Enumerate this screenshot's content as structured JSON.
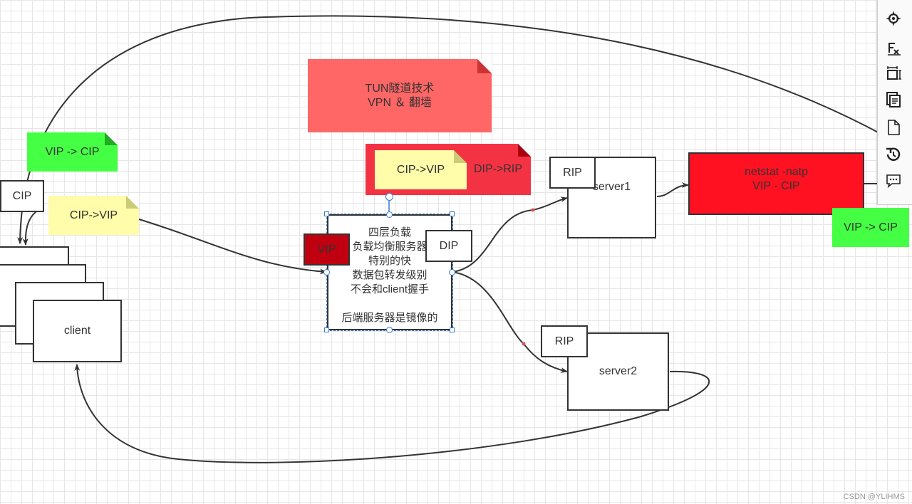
{
  "notes": {
    "tun": "TUN隧道技术\nVPN ＆ 翻墙",
    "vip_cip_left": "VIP -> CIP",
    "cip_vip_left": "CIP->VIP",
    "cip_vip_top": "CIP->VIP",
    "dip_rip": "DIP->RIP",
    "vip_cip_right": "VIP -> CIP",
    "netstat": "netstat -natp\nVIP - CIP"
  },
  "nodes": {
    "cip": "CIP",
    "client": "client",
    "vip": "VIP",
    "dip": "DIP",
    "lb_text": "四层负载\n负载均衡服务器\n特别的快\n数据包转发级别\n不会和client握手\n\n后端服务器是镜像的",
    "rip1": "RIP",
    "server1": "server1",
    "rip2": "RIP",
    "server2": "server2"
  },
  "toolbar": [
    "navigate-icon",
    "format-icon",
    "size-icon",
    "outline-icon",
    "page-icon",
    "history-icon",
    "comment-icon"
  ],
  "watermark": "CSDN @YLIHMS",
  "colors": {
    "green": "#44ff44",
    "yellow": "#fffcaa",
    "pink": "#ff6666",
    "red": "#ff1122",
    "dark_red": "#c00010"
  }
}
